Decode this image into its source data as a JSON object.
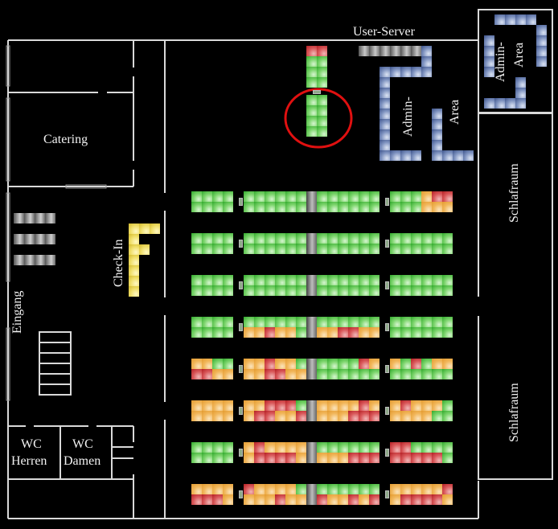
{
  "title": "LAN Party Seating Plan",
  "rooms": {
    "catering": "Catering",
    "user_server": "User-Server",
    "admin_area_1_line1": "Admin-",
    "admin_area_1_line2": "Area",
    "admin_area_2_line1": "Admin-",
    "admin_area_2_line2": "Area",
    "schlafraum_1": "Schlafraum",
    "schlafraum_2": "Schlafraum",
    "check_in": "Check-In",
    "eingang": "Eingang",
    "wc_herren_line1": "WC",
    "wc_herren_line2": "Herren",
    "wc_damen_line1": "WC",
    "wc_damen_line2": "Damen"
  },
  "legend_colors": {
    "free": "#3fb236",
    "reserved": "#eaa63e",
    "taken": "#c7343a",
    "blocked": "#9a9a9a",
    "admin": "#5a6ea3",
    "checkin": "#e8d64f",
    "highlight": "#e01010"
  },
  "seat_rows": [
    {
      "top": "FFFF|FFFFFFXFFFFFF|FFFOTT",
      "bottom": "FFFF|FFFFFFXFFFFFF|FFFOOO"
    },
    {
      "top": "FFFF|FFFFFFXFFFFFF|FFFFFF",
      "bottom": "FFFF|FFFFFFXFFFFFF|FFFFFF"
    },
    {
      "top": "FFFF|FFFFFFXFFFFFF|FFFFFF",
      "bottom": "FFFF|FFFFFFXFFFFFF|FFFFFF"
    },
    {
      "top": "FFFF|FFFFFFXFFFFFF|FFFFFF",
      "bottom": "FFFF|OOTOOFXOOTTOO|FFFFFF"
    },
    {
      "top": "OOFF|OOTOOFXFFFFTO|OFTFOO",
      "bottom": "TTOO|OOTTOOXFFFFFF|FFFFFF"
    },
    {
      "top": "OOOO|OOTTTFXOOOOTO|OTOOOF",
      "bottom": "OOOO|OTTOOTXOOOTTT|OOOOFF"
    },
    {
      "top": "FFFF|OTOOOOXFFFFFF|TTFFFF",
      "bottom": "FFFF|OTTTTOXOOOTTT|TTTTTF"
    },
    {
      "top": "OOOO|TOOOOFXFFFFFF|OOOOOT",
      "bottom": "TTTO|OOOTOOXTOOTOT|OTTTTO"
    }
  ],
  "server_column": [
    "T",
    "F",
    "F",
    "F",
    "|",
    "F",
    "F",
    "F",
    "F"
  ],
  "highlighted_group": "user-server-lower-block"
}
